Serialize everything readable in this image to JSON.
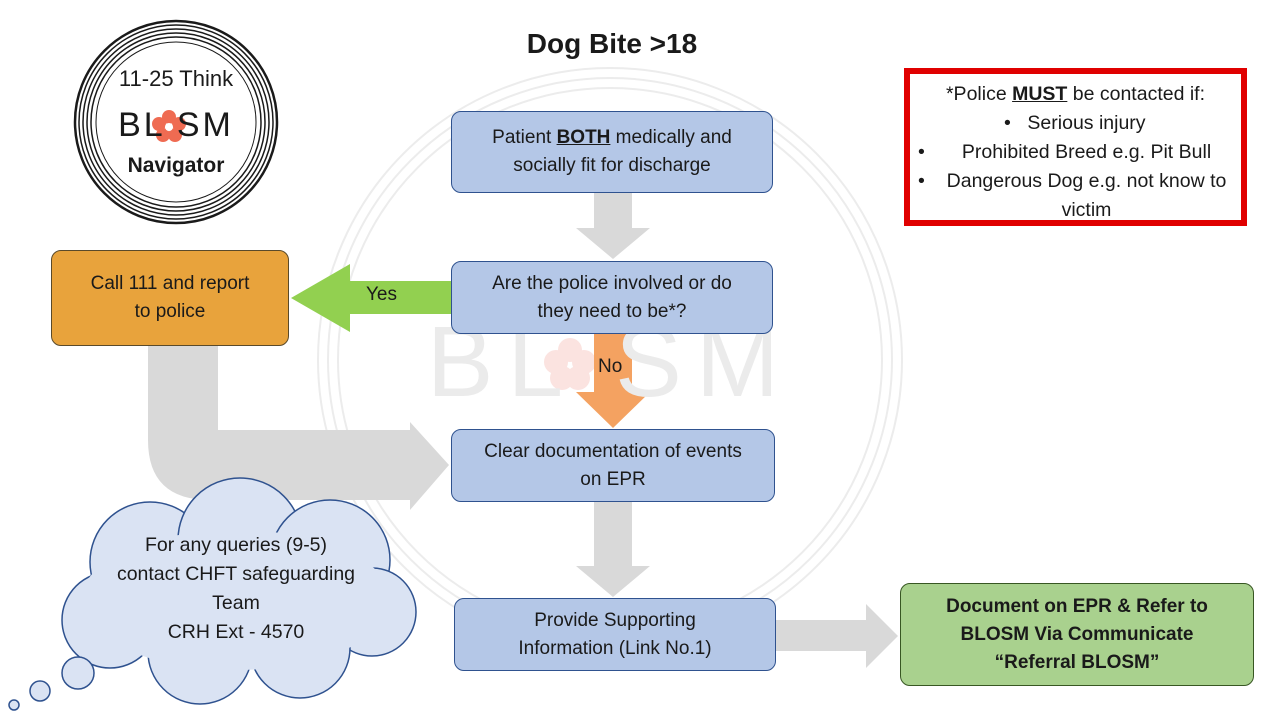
{
  "title": "Dog Bite >18",
  "logo": {
    "line1": "11-25 Think",
    "wordmark": "BL SM",
    "line3": "Navigator"
  },
  "watermark": "BL SM",
  "boxes": {
    "discharge": {
      "prefix": "Patient ",
      "emph": "BOTH",
      "suffix": " medically and",
      "line2": "socially fit for discharge"
    },
    "police_question": {
      "line1": "Are the police involved or do",
      "line2": "they need to be*?"
    },
    "call_111": {
      "line1": "Call 111 and report",
      "line2": "to police"
    },
    "documentation": {
      "line1": "Clear documentation of events",
      "line2": "on EPR"
    },
    "supporting": {
      "line1": "Provide Supporting",
      "line2": "Information (Link No.1)"
    },
    "refer": {
      "line1": "Document on EPR & Refer to",
      "line2": "BLOSM Via Communicate",
      "line3": "“Referral BLOSM”"
    }
  },
  "arrows": {
    "yes_label": "Yes",
    "no_label": "No"
  },
  "police_panel": {
    "prefix": "*Police ",
    "emph": "MUST",
    "suffix": " be contacted if:",
    "items": [
      "Serious injury",
      "Prohibited Breed e.g. Pit Bull",
      "Dangerous Dog e.g. not know to victim"
    ]
  },
  "cloud": {
    "line1": "For any queries (9-5)",
    "line2": "contact CHFT safeguarding",
    "line3": "Team",
    "line4": "CRH Ext - 4570"
  },
  "colors": {
    "blue_box": "#b4c7e7",
    "orange_box": "#e8a33c",
    "green_box": "#a9d18e",
    "yes_arrow": "#92d050",
    "no_arrow": "#f4a261",
    "alert_border": "#e00000",
    "flow_arrow": "#d9d9d9"
  }
}
